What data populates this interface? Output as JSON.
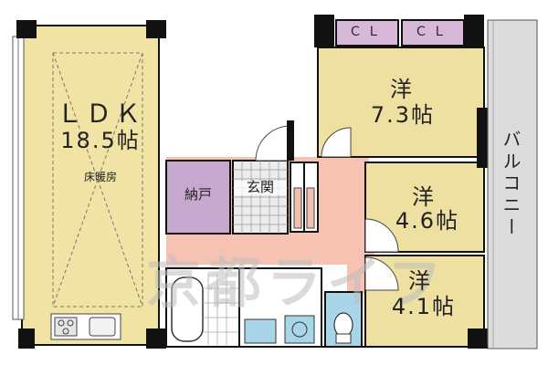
{
  "rooms": {
    "ldk": {
      "name": "ＬＤＫ",
      "size": "18.5帖",
      "note": "床暖房"
    },
    "western1": {
      "name": "洋",
      "size": "7.3帖"
    },
    "western2": {
      "name": "洋",
      "size": "4.6帖"
    },
    "western3": {
      "name": "洋",
      "size": "4.1帖"
    },
    "closet": "納戸",
    "entrance": "玄関",
    "cl1": "ＣＬ",
    "cl2": "ＣＬ",
    "balcony": "バルコニー"
  },
  "watermark": "京都ライフ",
  "colors": {
    "ldk": "#f0e3a4",
    "western": "#eee0a0",
    "closet": "#c7a9cf",
    "cl": "#d8b8d8",
    "hall": "#f6c2b2",
    "balcony": "#dcdcdc",
    "wet": "#a8d6e8",
    "wall": "#111111"
  }
}
